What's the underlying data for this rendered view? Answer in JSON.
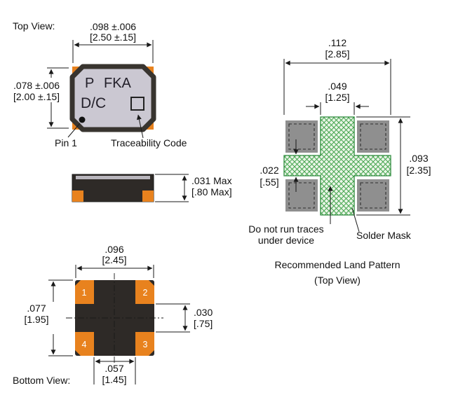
{
  "colors": {
    "pad_orange": "#E8821E",
    "body_dark": "#2E2A27",
    "package_top": "#CBC8D2",
    "lid_gray": "#B8B5BC",
    "mask_gray": "#8F8F8F",
    "land_green": "#46A54F"
  },
  "top_view": {
    "label": "Top View:",
    "width_dim_in": ".098 ±.006",
    "width_dim_mm": "[2.50 ±.15]",
    "height_dim_in": ".078 ±.006",
    "height_dim_mm": "[2.00 ±.15]",
    "marking_p": "P",
    "marking_fka": "FKA",
    "marking_dc": "D/C",
    "pin1_label": "Pin 1",
    "traceability_label": "Traceability Code"
  },
  "side_view": {
    "height_dim_in": ".031 Max",
    "height_dim_mm": "[.80 Max]"
  },
  "bottom_view": {
    "label": "Bottom View:",
    "width_dim_in": ".096",
    "width_dim_mm": "[2.45]",
    "height_dim_in": ".077",
    "height_dim_mm": "[1.95]",
    "pad_gap_dim_in": ".030",
    "pad_gap_dim_mm": "[.75]",
    "pad_span_dim_in": ".057",
    "pad_span_dim_mm": "[1.45]",
    "pad_numbers": {
      "p1": "1",
      "p2": "2",
      "p3": "3",
      "p4": "4"
    }
  },
  "land_pattern": {
    "width_dim_in": ".112",
    "width_dim_mm": "[2.85]",
    "center_dim_in": ".049",
    "center_dim_mm": "[1.25]",
    "height_dim_in": ".093",
    "height_dim_mm": "[2.35]",
    "bar_dim_in": ".022",
    "bar_dim_mm": "[.55]",
    "note_line1": "Do not run traces",
    "note_line2": "under device",
    "solder_mask_label": "Solder Mask",
    "title": "Recommended Land Pattern",
    "subtitle": "(Top View)"
  }
}
